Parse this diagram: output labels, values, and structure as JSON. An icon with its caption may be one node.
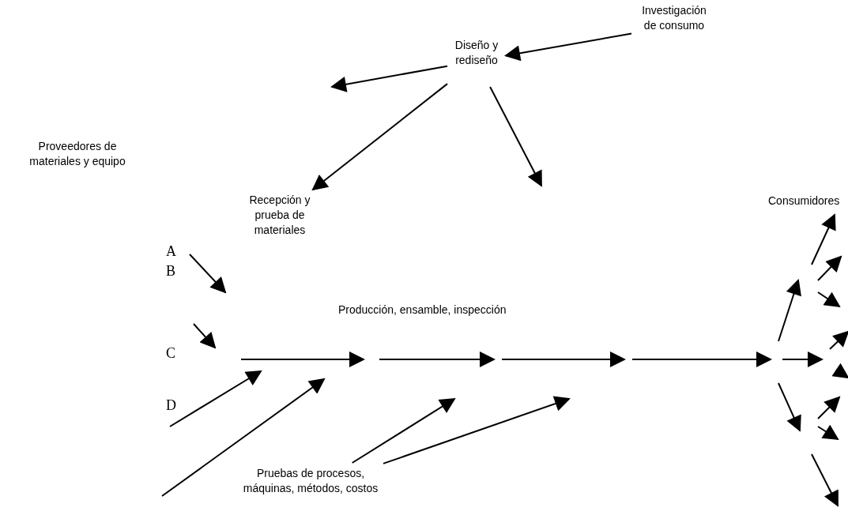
{
  "diagram": {
    "nodes": [
      {
        "text": [
          "Diseño y rediseño"
        ]
      },
      {
        "text": [
          "Investigación de consumo"
        ]
      },
      {
        "text": [
          "Proveedores de materiales y equipo"
        ]
      },
      {
        "text": [
          "Recepción y prueba de materiales"
        ]
      },
      {
        "text": [
          "Producción, ensamble, inspección"
        ]
      },
      {
        "text": [
          "Pruebas de procesos, máquinas, métodos, costos"
        ]
      },
      {
        "text": [
          "Consumidores"
        ]
      }
    ],
    "edges": [
      {
        "from": 1,
        "to": 0,
        "arrow": "to"
      },
      {
        "from": 0,
        "to": null,
        "arrow": "to"
      },
      {
        "from": 0,
        "to": 3,
        "arrow": "to"
      },
      {
        "from": 0,
        "to": null,
        "arrow": "to"
      },
      {
        "from": 5,
        "to": null,
        "arrow": "to"
      },
      {
        "from": 5,
        "to": null,
        "arrow": "to"
      }
    ],
    "labels": [
      "A",
      "B",
      "C",
      "D"
    ]
  }
}
